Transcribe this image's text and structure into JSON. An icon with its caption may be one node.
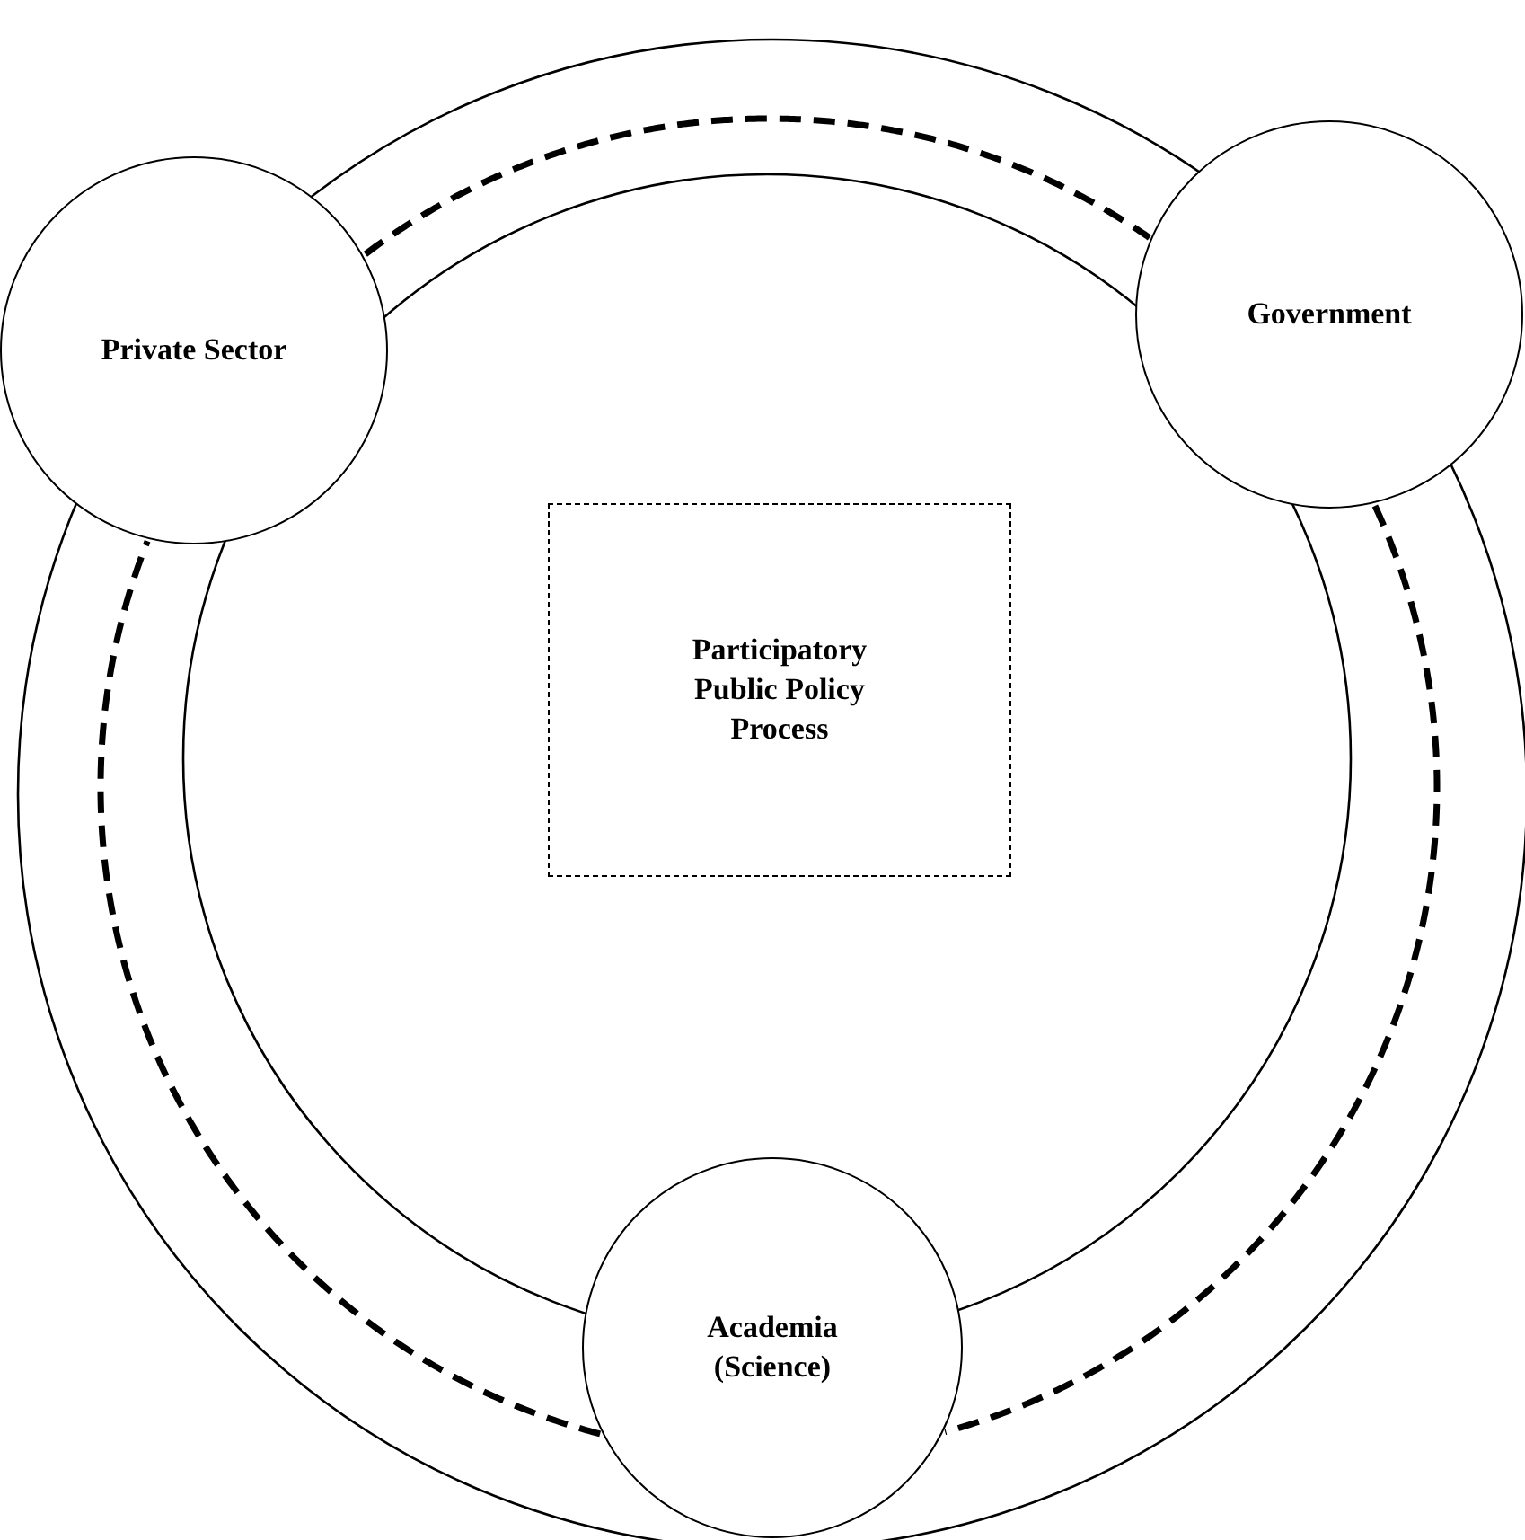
{
  "diagram": {
    "nodes": [
      {
        "text": [
          "Private Sector"
        ]
      },
      {
        "text": [
          "Government"
        ]
      },
      {
        "text": [
          "Academia (Science)"
        ]
      },
      {
        "text": [
          "Participatory Public Policy Process"
        ]
      }
    ],
    "edges": [
      {
        "from": 0,
        "to": 1,
        "arrow": "none",
        "style": "dashed"
      },
      {
        "from": 1,
        "to": 2,
        "arrow": "none",
        "style": "dashed"
      },
      {
        "from": 2,
        "to": 0,
        "arrow": "none",
        "style": "dashed"
      }
    ]
  }
}
